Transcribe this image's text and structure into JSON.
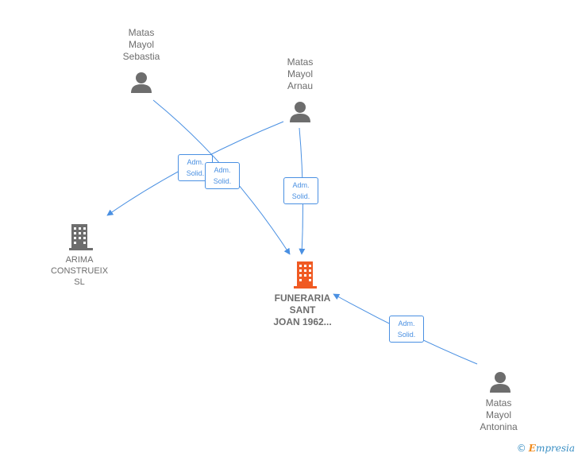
{
  "nodes": {
    "sebastia": {
      "lines": [
        "Matas",
        "Mayol",
        "Sebastia"
      ],
      "kind": "person"
    },
    "arnau": {
      "lines": [
        "Matas",
        "Mayol",
        "Arnau"
      ],
      "kind": "person"
    },
    "antonina": {
      "lines": [
        "Matas",
        "Mayol",
        "Antonina"
      ],
      "kind": "person"
    },
    "arima": {
      "lines": [
        "ARIMA",
        "CONSTRUEIX",
        "SL"
      ],
      "kind": "company"
    },
    "funeraria": {
      "lines": [
        "FUNERARIA",
        "SANT",
        "JOAN 1962..."
      ],
      "kind": "company-highlight"
    }
  },
  "edges": [
    {
      "from": "Matas Mayol Sebastia",
      "to": "FUNERARIA SANT JOAN 1962...",
      "label": [
        "Adm.",
        "Solid."
      ]
    },
    {
      "from": "Matas Mayol Arnau",
      "to": "ARIMA CONSTRUEIX SL",
      "label": [
        "Adm.",
        "Solid."
      ]
    },
    {
      "from": "Matas Mayol Arnau",
      "to": "FUNERARIA SANT JOAN 1962...",
      "label": [
        "Adm.",
        "Solid."
      ]
    },
    {
      "from": "Matas Mayol Antonina",
      "to": "FUNERARIA SANT JOAN 1962...",
      "label": [
        "Adm.",
        "Solid."
      ]
    }
  ],
  "colors": {
    "edge": "#4a90e2",
    "person_icon": "#6d6d6d",
    "company_icon": "#6d6d6d",
    "highlight_icon": "#f05a23"
  },
  "icons": {
    "person": "person-icon",
    "company": "building-icon"
  },
  "credit": {
    "symbol": "©",
    "brand_first": "E",
    "brand_rest": "mpresia"
  }
}
